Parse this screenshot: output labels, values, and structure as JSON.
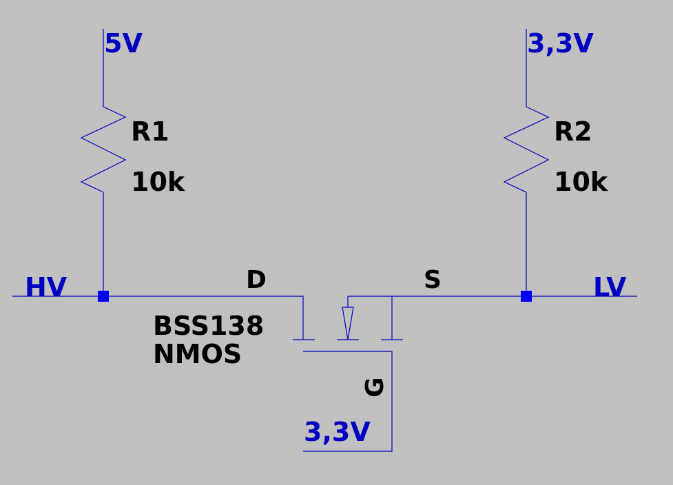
{
  "nets": {
    "top_left": "5V",
    "top_right": "3,3V",
    "left": "HV",
    "right": "LV",
    "gate": "3,3V"
  },
  "r1": {
    "name": "R1",
    "value": "10k"
  },
  "r2": {
    "name": "R2",
    "value": "10k"
  },
  "mosfet": {
    "part": "BSS138",
    "type": "NMOS",
    "drain": "D",
    "source": "S",
    "gate": "G"
  },
  "colors": {
    "background": "#c0c0c0",
    "wire": "#0000c0",
    "junction": "#0000ff",
    "text": "#000000"
  }
}
